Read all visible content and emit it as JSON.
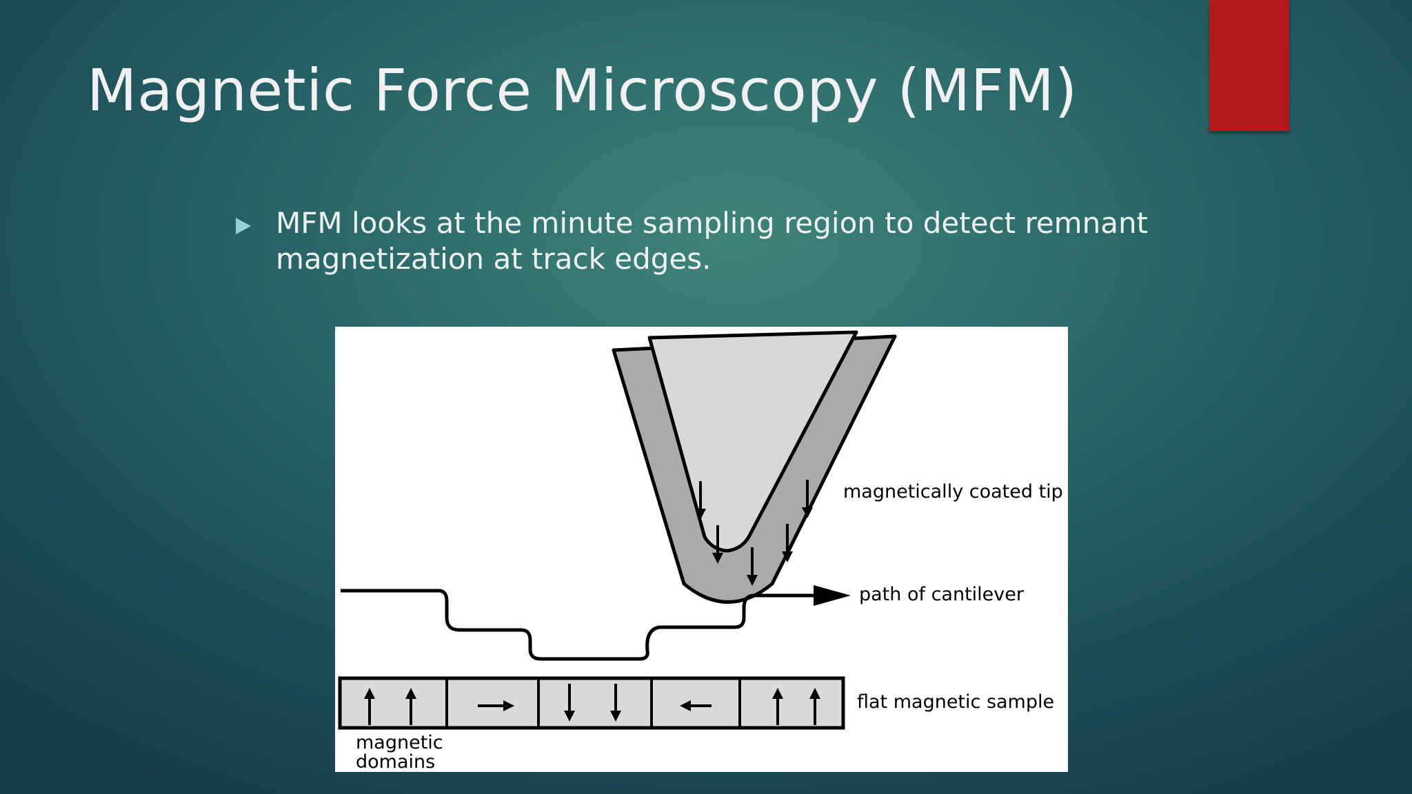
{
  "slide": {
    "title": "Magnetic Force Microscopy (MFM)",
    "bullet": "MFM looks at the minute sampling region to detect remnant magnetization at track edges.",
    "accent_color": "#b01a1a"
  },
  "diagram": {
    "labels": {
      "tip": "magnetically coated tip",
      "path": "path of cantilever",
      "sample": "flat magnetic sample",
      "domains_line1": "magnetic",
      "domains_line2": "domains"
    },
    "domains": [
      "up-up",
      "right",
      "down-down",
      "left",
      "up-up"
    ]
  }
}
